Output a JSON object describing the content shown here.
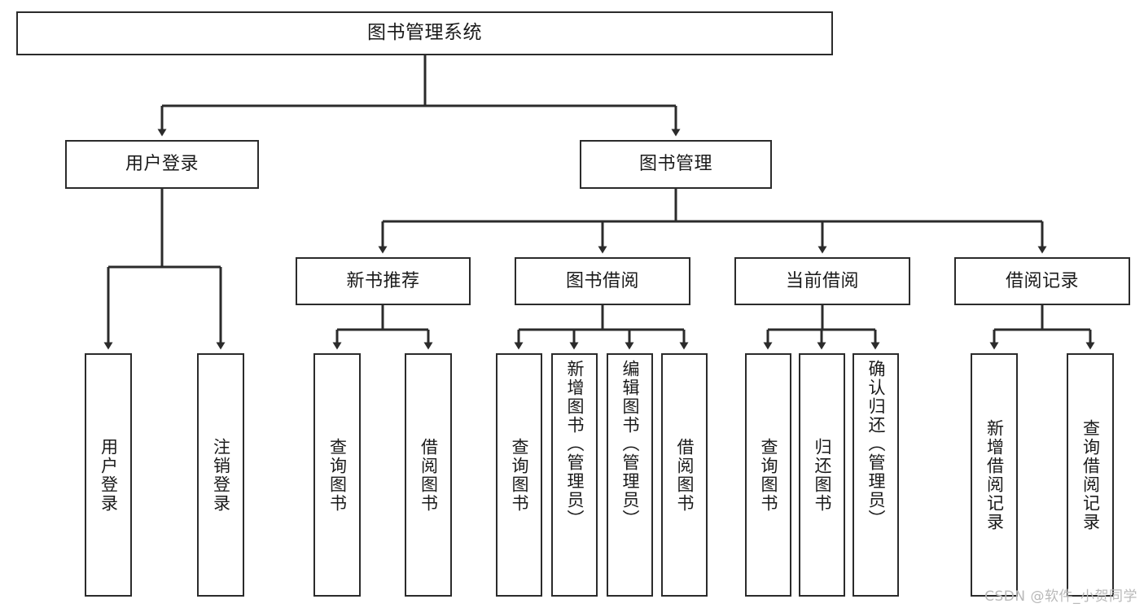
{
  "diagram": {
    "title": "图书管理系统",
    "type": "tree",
    "watermark": "CSDN @软件_小贺同学",
    "colors": {
      "box_border": "#2b2b2b",
      "box_fill": "#ffffff",
      "connector": "#2b2b2b",
      "text": "#1a1a1a",
      "watermark": "#b9b9b9"
    },
    "root": {
      "id": "root",
      "label": "图书管理系统"
    },
    "level2": [
      {
        "id": "user-login",
        "label": "用户登录"
      },
      {
        "id": "book-manage",
        "label": "图书管理"
      }
    ],
    "level3": [
      {
        "id": "new-book-recommend",
        "label": "新书推荐",
        "parent": "book-manage"
      },
      {
        "id": "book-borrow",
        "label": "图书借阅",
        "parent": "book-manage"
      },
      {
        "id": "current-borrow",
        "label": "当前借阅",
        "parent": "book-manage"
      },
      {
        "id": "borrow-record",
        "label": "借阅记录",
        "parent": "book-manage"
      }
    ],
    "leaves": {
      "user_login": [
        {
          "id": "leaf-user-login",
          "label": "用户登录"
        },
        {
          "id": "leaf-logout",
          "label": "注销登录"
        }
      ],
      "new_book_recommend": [
        {
          "id": "leaf-query-book-1",
          "label": "查询图书"
        },
        {
          "id": "leaf-borrow-book-1",
          "label": "借阅图书"
        }
      ],
      "book_borrow": [
        {
          "id": "leaf-query-book-2",
          "label": "查询图书"
        },
        {
          "id": "leaf-add-book",
          "label": "新增图书（管理员）"
        },
        {
          "id": "leaf-edit-book",
          "label": "编辑图书（管理员）"
        },
        {
          "id": "leaf-borrow-book-2",
          "label": "借阅图书"
        }
      ],
      "current_borrow": [
        {
          "id": "leaf-query-book-3",
          "label": "查询图书"
        },
        {
          "id": "leaf-return-book",
          "label": "归还图书"
        },
        {
          "id": "leaf-confirm-return",
          "label": "确认归还（管理员）"
        }
      ],
      "borrow_record": [
        {
          "id": "leaf-add-record",
          "label": "新增借阅记录"
        },
        {
          "id": "leaf-query-record",
          "label": "查询借阅记录"
        }
      ]
    }
  }
}
